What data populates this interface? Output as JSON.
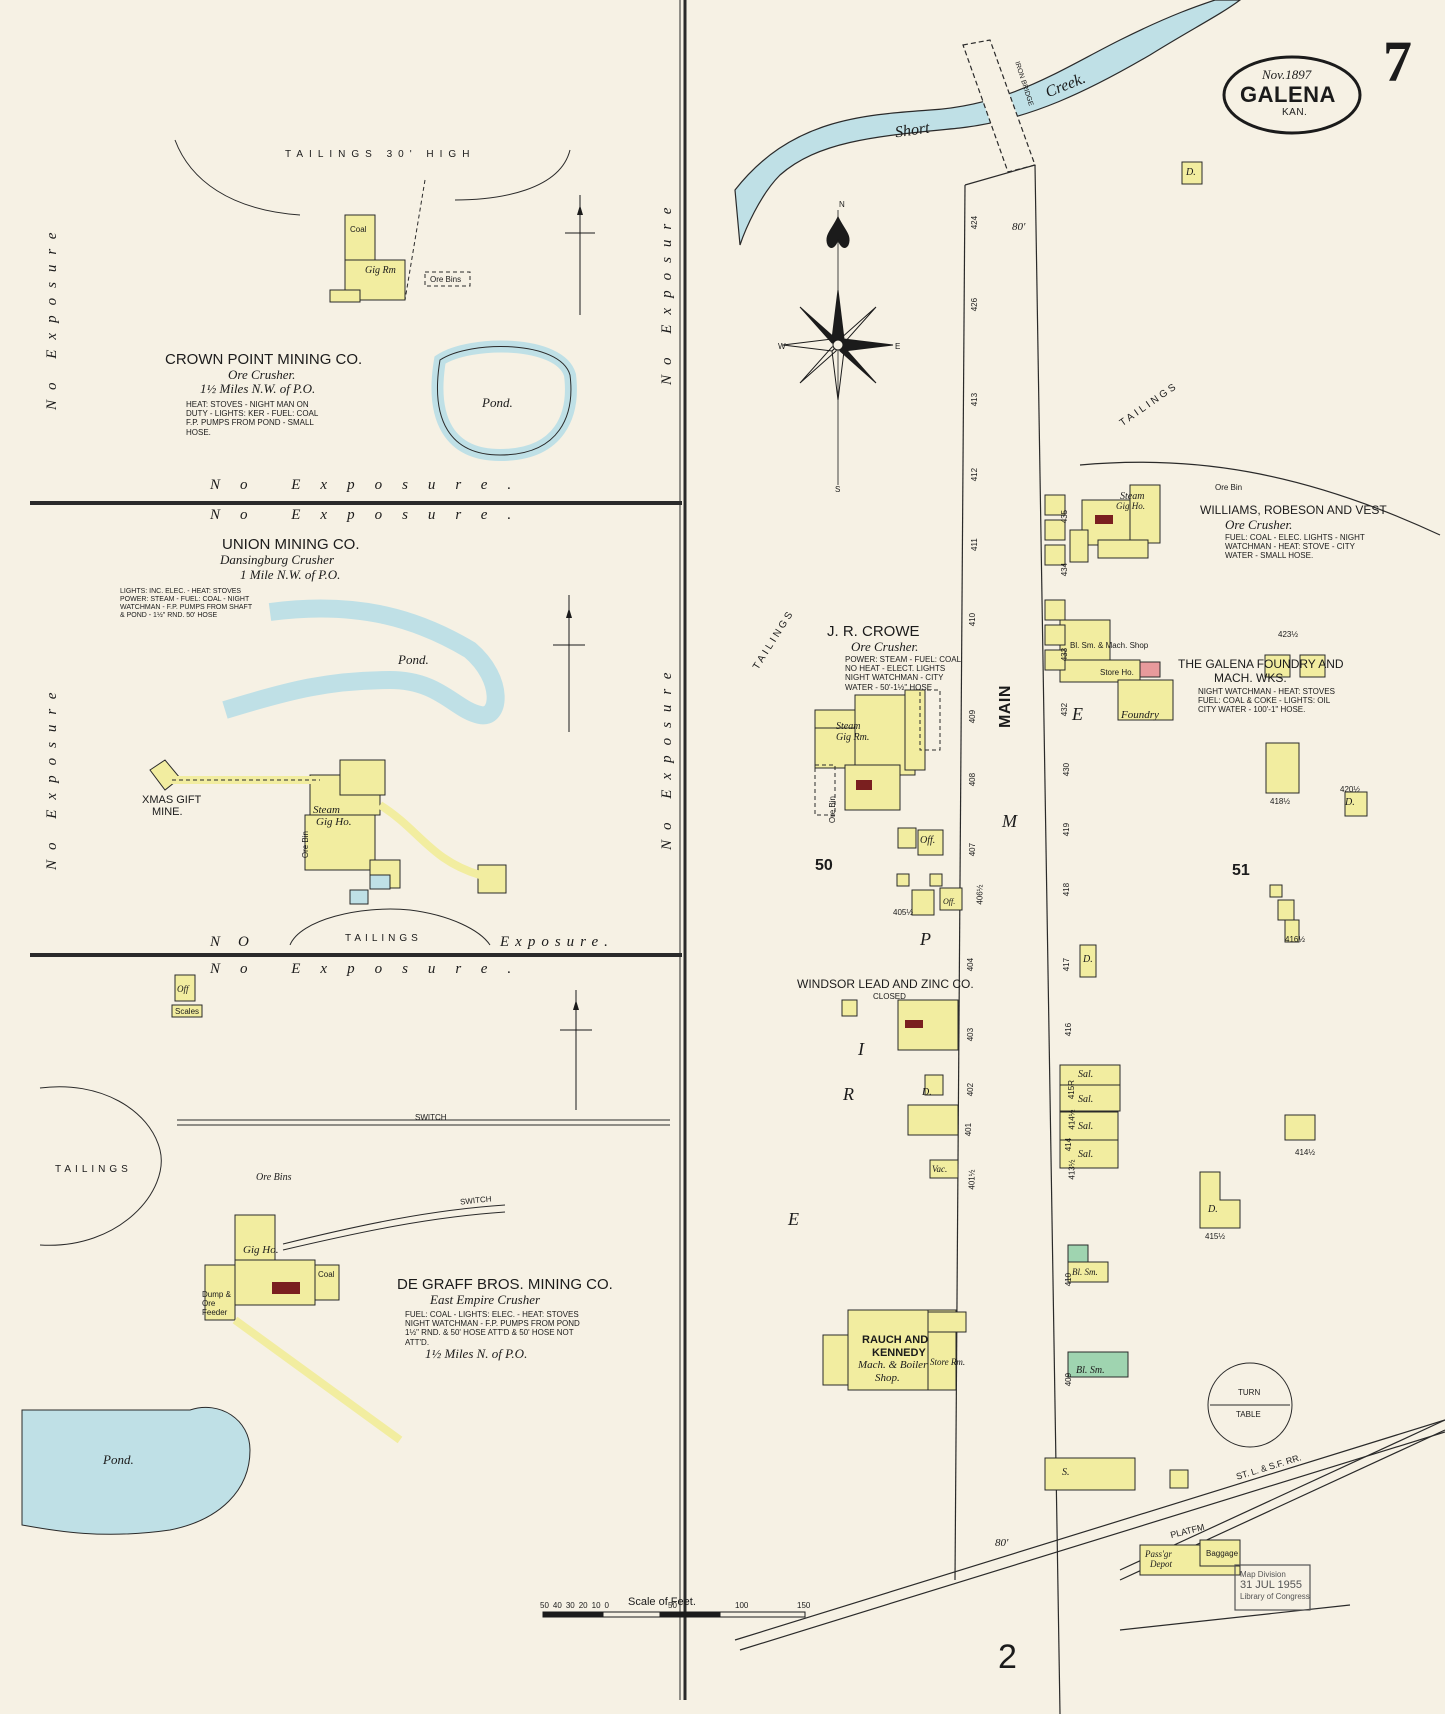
{
  "sheet": {
    "number": "7",
    "date": "Nov.1897",
    "city": "GALENA",
    "state": "KAN.",
    "bottom_block": "2",
    "block_50": "50",
    "block_51": "51",
    "stamp_lines": [
      "Map Division",
      "31 JUL 1955",
      "Library of Congress"
    ]
  },
  "colors": {
    "paper": "#f6f1e4",
    "frame": "#2a2a2a",
    "water": "#bfe0e6",
    "frame_building": "#f2eda0",
    "brick_building": "#e89a9c",
    "stone_building": "#9fd4b0",
    "boiler": "#7a1f1f"
  },
  "panel_crown_point": {
    "trailings_label": "TAILINGS 30' HIGH",
    "company": "CROWN POINT MINING CO.",
    "type": "Ore Crusher.",
    "location": "1½ Miles N.W. of P.O.",
    "notes": [
      "HEAT: STOVES - NIGHT MAN ON",
      "DUTY - LIGHTS: KER - FUEL: COAL",
      "F.P. PUMPS FROM POND - SMALL",
      "HOSE."
    ],
    "pond": "Pond.",
    "bldg_gig": "Gig Rm",
    "bldg_ore_bins": "Ore Bins",
    "bldg_coal": "Coal",
    "no_exposure_left": "No Exposure",
    "no_exposure_right": "No Exposure",
    "no_exposure_bottom": "No Exposure."
  },
  "panel_union": {
    "no_exposure_top": "No Exposure.",
    "company": "UNION MINING CO.",
    "type": "Dansingburg Crusher",
    "location": "1 Mile N.W. of P.O.",
    "notes": [
      "LIGHTS: INC. ELEC. - HEAT: STOVES",
      "POWER: STEAM - FUEL: COAL - NIGHT",
      "WATCHMAN - F.P. PUMPS FROM SHAFT",
      "& POND - 1½\" RND. 50' HOSE"
    ],
    "pond": "Pond.",
    "mine": "XMAS GIFT",
    "mine2": "MINE.",
    "bldg_steam": "Steam",
    "bldg_gig": "Gig Ho.",
    "bldg_ore_bin": "Ore Bin",
    "tailings": "TAILINGS",
    "no_exposure_left": "No Exposure",
    "no_exposure_right": "No Exposure",
    "bottom_no": "NO",
    "bottom_exposure": "Exposure."
  },
  "panel_degraff": {
    "no_exposure_top": "No Exposure.",
    "off": "Off",
    "scales": "Scales",
    "switch": "SWITCH",
    "tailings": "TAILINGS",
    "ore_bins": "Ore Bins",
    "gig": "Gig Ho.",
    "dump": "Dump & Ore Feeder",
    "coal": "Coal",
    "company": "DE GRAFF BROS. MINING CO.",
    "type": "East Empire Crusher",
    "notes": [
      "FUEL: COAL - LIGHTS: ELEC. - HEAT: STOVES",
      "NIGHT WATCHMAN - F.P. PUMPS FROM POND",
      "1½\" RND. & 50' HOSE ATT'D & 50' HOSE NOT",
      "ATT'D."
    ],
    "location": "1½ Miles N. of P.O.",
    "pond": "Pond."
  },
  "main_map": {
    "creek1": "Short",
    "creek2": "Creek.",
    "bridge": "IRON BRIDGE",
    "street": "MAIN",
    "width_top": "80'",
    "width_bottom": "80'",
    "tailings_left": "TAILINGS",
    "tailings_right": "TAILINGS",
    "crowe_company": "J. R. CROWE",
    "crowe_type": "Ore Crusher.",
    "crowe_notes": [
      "POWER: STEAM - FUEL: COAL",
      "NO HEAT - ELECT. LIGHTS",
      "NIGHT WATCHMAN - CITY",
      "WATER - 50'-1½\" HOSE"
    ],
    "crowe_steam": "Steam",
    "crowe_gig": "Gig Rm.",
    "crowe_ore_bin": "Ore Bin",
    "williams_company": "WILLIAMS, ROBESON AND VEST",
    "williams_type": "Ore Crusher.",
    "williams_notes": [
      "FUEL: COAL - ELEC. LIGHTS - NIGHT",
      "WATCHMAN - HEAT: STOVE - CITY",
      "WATER - SMALL HOSE."
    ],
    "williams_steam": "Steam",
    "williams_gig": "Gig Ho.",
    "williams_ore_bin": "Ore Bin",
    "foundry_company": "THE GALENA FOUNDRY AND",
    "foundry_company2": "MACH. WKS.",
    "foundry_notes": [
      "NIGHT WATCHMAN - HEAT: STOVES",
      "FUEL: COAL & COKE - LIGHTS: OIL",
      "CITY WATER - 100'-1\" HOSE."
    ],
    "foundry_shop": "Bl. Sm. & Mach. Shop",
    "foundry_store": "Store Ho.",
    "foundry_foundry": "Foundry",
    "windsor_company": "WINDSOR LEAD AND ZINC CO.",
    "windsor_status": "CLOSED",
    "rauch_company1": "RAUCH AND",
    "rauch_company2": "KENNEDY",
    "rauch_company3": "Mach. & Boiler",
    "rauch_company4": "Shop.",
    "rauch_store": "Store Rm.",
    "turn_table1": "TURN",
    "turn_table2": "TABLE",
    "railroad": "ST. L. & S.F. RR.",
    "platform": "PLATFM",
    "depot1": "Pass'gr",
    "depot2": "Depot",
    "baggage": "Baggage",
    "bl_sm": "Bl. Sm.",
    "saloon": "Sal.",
    "dwelling": "D.",
    "office": "Off.",
    "vac": "Vac.",
    "store": "S.",
    "avenue_letters": [
      "E",
      "M",
      "P",
      "I",
      "R",
      "E"
    ],
    "addresses_left": [
      "424",
      "426",
      "413",
      "412",
      "411",
      "410",
      "409",
      "408",
      "407",
      "404",
      "403",
      "402",
      "401",
      "401½"
    ],
    "addresses_right": [
      "435",
      "434",
      "433",
      "432",
      "430",
      "419",
      "418",
      "417",
      "416",
      "415R",
      "414½",
      "414",
      "413½",
      "410",
      "409"
    ],
    "addresses_far_right": [
      "423½",
      "420½",
      "418½",
      "416½",
      "414½",
      "415½"
    ],
    "addresses_mid": [
      "405½",
      "406½"
    ]
  },
  "compass": {
    "n": "N",
    "s": "S",
    "e": "E",
    "w": "W"
  },
  "scale": {
    "title": "Scale of Feet.",
    "ticks": [
      "50",
      "40",
      "30",
      "20",
      "10",
      "0",
      "50",
      "100",
      "150"
    ]
  }
}
